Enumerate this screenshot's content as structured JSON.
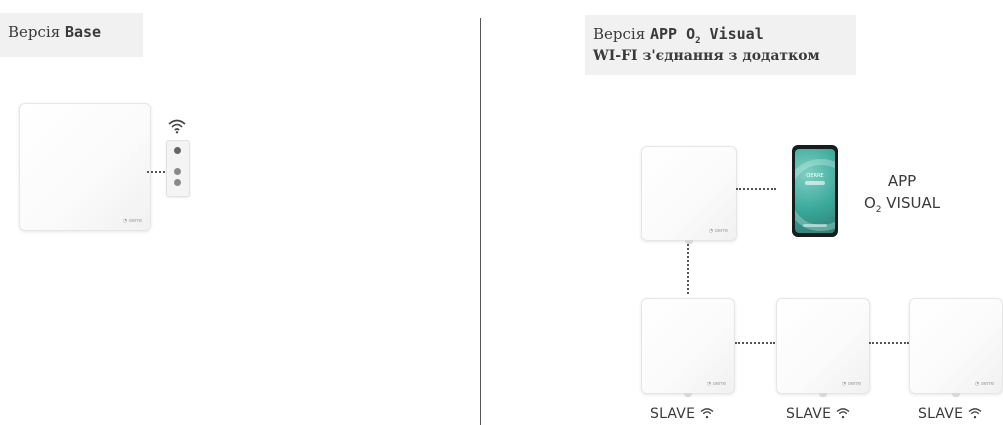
{
  "left": {
    "label_prefix": "Версія",
    "label_version": "Base"
  },
  "right": {
    "label_prefix": "Версія",
    "label_version_a": "APP O",
    "label_version_sub": "2",
    "label_version_b": " Visual",
    "label_subtitle": "WI-FI з'єднання з додатком",
    "app_line1": "APP",
    "app_line2_a": "O",
    "app_line2_sub": "2",
    "app_line2_b": " VISUAL",
    "phone_brand": "OERRE",
    "slaves": [
      "SLAVE",
      "SLAVE",
      "SLAVE"
    ]
  },
  "icons": {
    "wifi": "wifi-icon",
    "power": "power-icon"
  },
  "colors": {
    "label_bg": "#f1f1f1",
    "phone_screen": "#3aa89a",
    "divider": "#555555"
  }
}
